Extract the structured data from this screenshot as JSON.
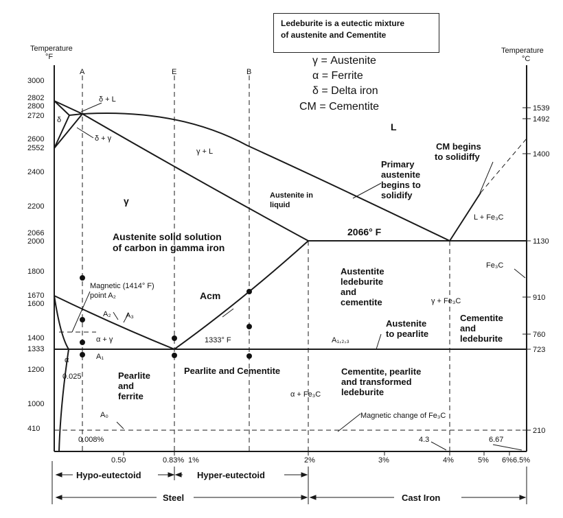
{
  "note": {
    "line1": "Ledeburite is a eutectic mixture",
    "line2": "of austenite and Cementite"
  },
  "axis_left": {
    "title_line1": "Temperature",
    "title_line2": "°F",
    "ticks": [
      "3000",
      "2802",
      "2800",
      "2720",
      "2600",
      "2552",
      "2400",
      "2200",
      "2066",
      "2000",
      "1800",
      "1670",
      "1600",
      "1400",
      "1333",
      "1200",
      "1000",
      "410"
    ]
  },
  "axis_right": {
    "title_line1": "Temperature",
    "title_line2": "°C",
    "ticks": [
      "1539",
      "1492",
      "1400",
      "1130",
      "910",
      "760",
      "723",
      "210"
    ]
  },
  "axis_bottom": {
    "ticks": [
      "0.50",
      "0.83%",
      "1%",
      "2%",
      "3%",
      "4%",
      "5%",
      "6%",
      "6.5%"
    ]
  },
  "guide_lines": {
    "a": "A",
    "e": "E",
    "b": "B"
  },
  "legend": {
    "gamma": "γ = Austenite",
    "alpha": "α = Ferrite",
    "delta": "δ = Delta iron",
    "cm": "CM = Cementite"
  },
  "labels": {
    "delta_l": "δ + L",
    "delta": "δ",
    "delta_gamma": "δ + γ",
    "gamma_l": "γ + L",
    "liquid": "L",
    "gamma": "γ",
    "austenite_liquid_1": "Austenite in",
    "austenite_liquid_2": "liquid",
    "primary_1": "Primary",
    "primary_2": "austenite",
    "primary_3": "begins to",
    "primary_4": "solidify",
    "cm_begins_1": "CM begins",
    "cm_begins_2": "to solidiffy",
    "l_fe3c": "L + Fe₃C",
    "eutectic_temp": "2066° F",
    "ss_1": "Austenite solid solution",
    "ss_2": "of carbon in gamma iron",
    "fe3c": "Fe₃C",
    "magnetic_1": "Magnetic (1414° F)",
    "magnetic_2": "point  A₂",
    "acm": "Acm",
    "a2": "A₂",
    "a3": "A₃",
    "alpha_gamma": "α + γ",
    "a1": "A₁",
    "alpha": "α",
    "c0025": "0.025",
    "eutectoid_temp": "1333° F",
    "led_1": "Austentite",
    "led_2": "ledeburite",
    "led_3": "and",
    "led_4": "cementite",
    "gamma_fe3c": "γ + Fe₃C",
    "aus_pearl_1": "Austenite",
    "aus_pearl_2": "to pearlite",
    "a123": "A₁,₂,₃",
    "cem_led_1": "Cementite",
    "cem_led_2": "and",
    "cem_led_3": "ledeburite",
    "pf_1": "Pearlite",
    "pf_2": "and",
    "pf_3": "ferrite",
    "pc": "Pearlite and Cementite",
    "alpha_fe3c": "α + Fe₃C",
    "cpt_1": "Cementite, pearlite",
    "cpt_2": "and transformed",
    "cpt_3": "ledeburite",
    "a0": "A₀",
    "mag_fe3c": "Magnetic change of Fe₃C",
    "c0008": "0.008%",
    "c43": "4.3",
    "c667": "6.67"
  },
  "bottom": {
    "hypo": "Hypo-eutectoid",
    "hyper": "Hyper-eutectoid",
    "steel": "Steel",
    "cast_iron": "Cast Iron"
  },
  "colors": {
    "line": "#1a1a1a",
    "background": "#ffffff"
  }
}
